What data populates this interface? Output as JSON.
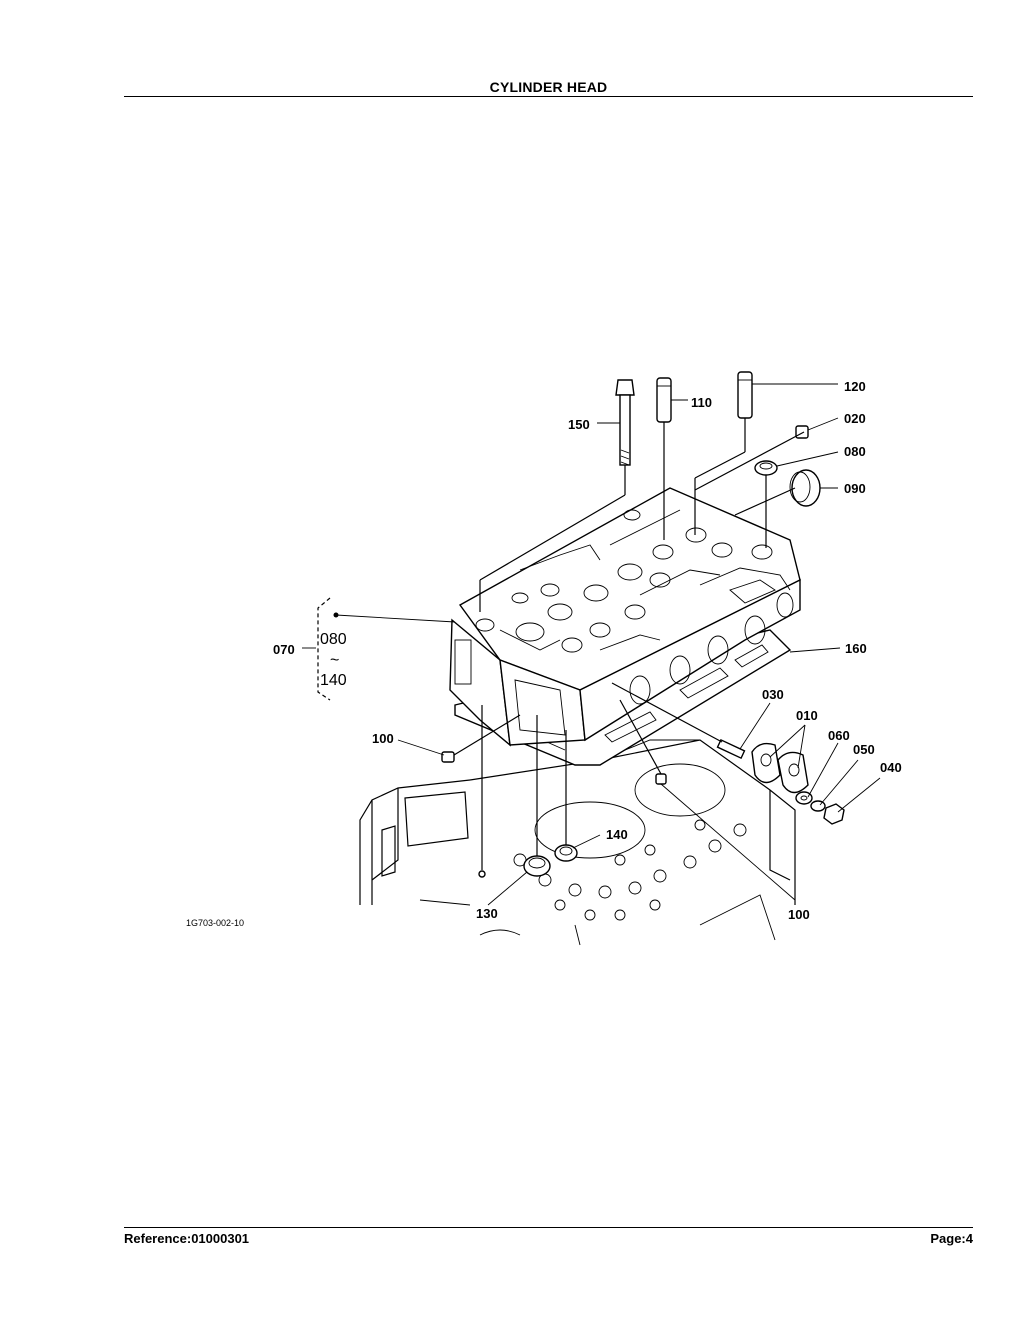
{
  "header": {
    "title": "CYLINDER HEAD"
  },
  "footer": {
    "reference": "Reference:01000301",
    "page": "Page:4"
  },
  "diagram": {
    "figure_id": "1G703-002-10",
    "callouts": {
      "c120": "120",
      "c110": "110",
      "c150": "150",
      "c020": "020",
      "c080": "080",
      "c090": "090",
      "c070": "070",
      "range_top": "080",
      "range_sep": "~",
      "range_bottom": "140",
      "c160": "160",
      "c030": "030",
      "c010": "010",
      "c060": "060",
      "c050": "050",
      "c040": "040",
      "c100_left": "100",
      "c140": "140",
      "c130": "130",
      "c100_bottom": "100"
    }
  }
}
